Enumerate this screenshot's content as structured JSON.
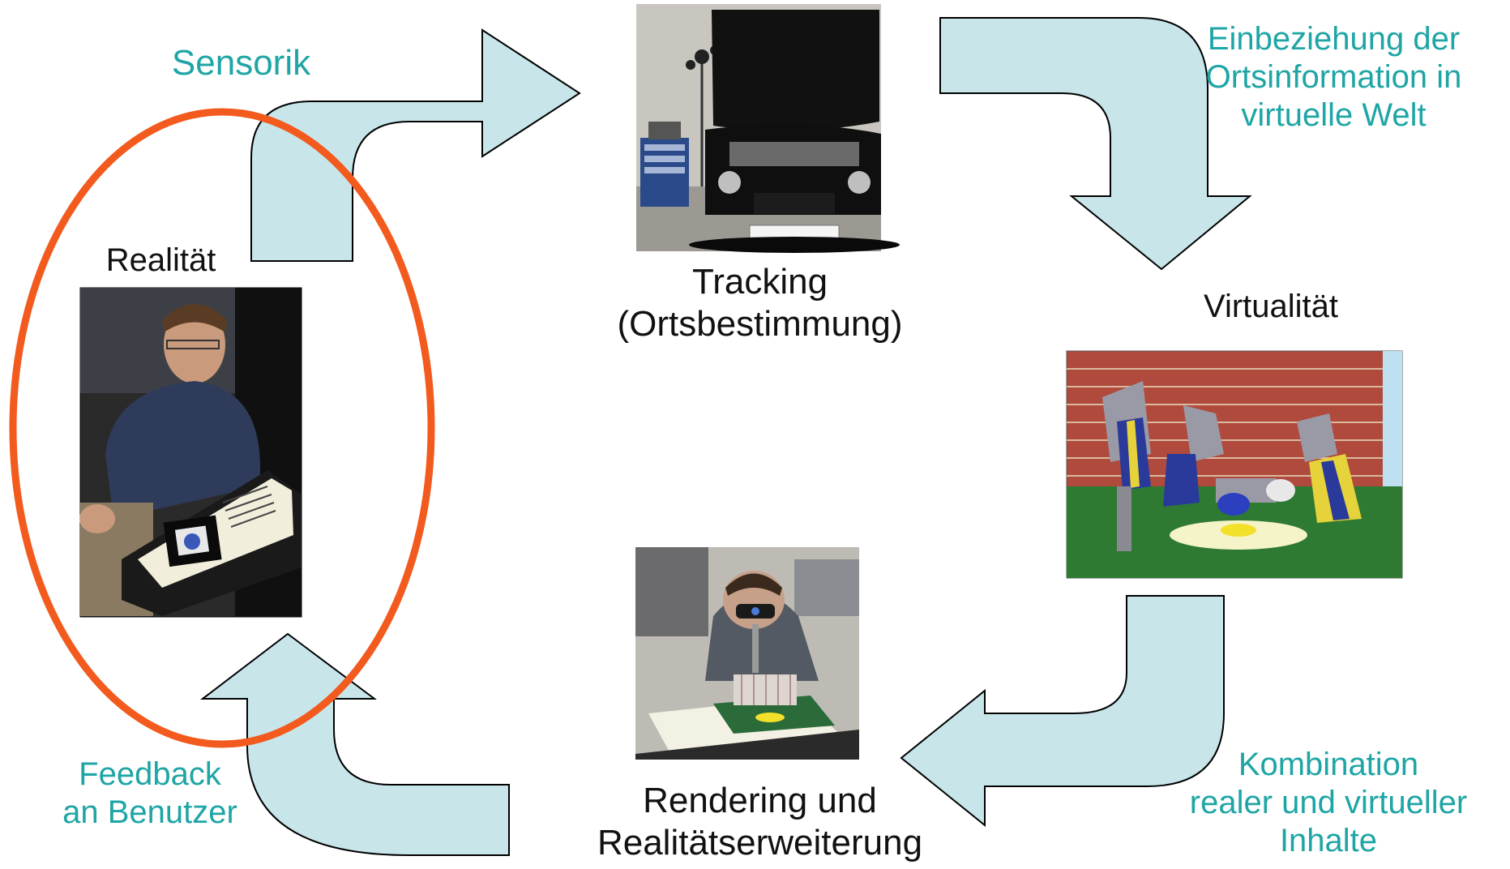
{
  "nodes": {
    "realitaet": {
      "label": "Realität"
    },
    "tracking": {
      "line1": "Tracking",
      "line2": "(Ortsbestimmung)"
    },
    "virtualitaet": {
      "label": "Virtualität"
    },
    "rendering": {
      "line1": "Rendering und",
      "line2": "Realitätserweiterung"
    }
  },
  "edges": {
    "sensorik": {
      "label": "Sensorik"
    },
    "einbeziehung": {
      "line1": "Einbeziehung der",
      "line2": "Ortsinformation in",
      "line3": "virtuelle Welt"
    },
    "kombination": {
      "line1": "Kombination",
      "line2": "realer und virtueller",
      "line3": "Inhalte"
    },
    "feedback": {
      "line1": "Feedback",
      "line2": "an Benutzer"
    }
  },
  "colors": {
    "arrow_fill": "#c8e6ea",
    "edge_label": "#1fa5a5",
    "highlight_ellipse": "#f25a1e"
  }
}
